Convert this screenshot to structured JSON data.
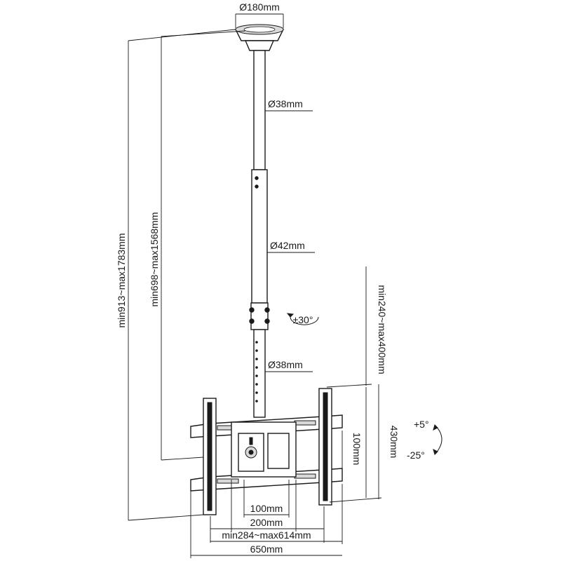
{
  "dimensions": {
    "ceiling_plate_diameter": "Ø180mm",
    "upper_pole_diameter": "Ø38mm",
    "middle_pole_diameter": "Ø42mm",
    "lower_pole_diameter": "Ø38mm",
    "overall_height": "min913~max1783mm",
    "pole_height": "min698~max1568mm",
    "bracket_height_range": "min240~max400mm",
    "plate_hole_spacing_vertical": "100mm",
    "bracket_total_height": "430mm",
    "plate_hole_spacing_horizontal": "100mm",
    "plate_width": "200mm",
    "arm_width_range": "min284~max614mm",
    "total_width": "650mm"
  },
  "angles": {
    "swivel": "±30°",
    "tilt_up": "+5°",
    "tilt_down": "-25°"
  }
}
